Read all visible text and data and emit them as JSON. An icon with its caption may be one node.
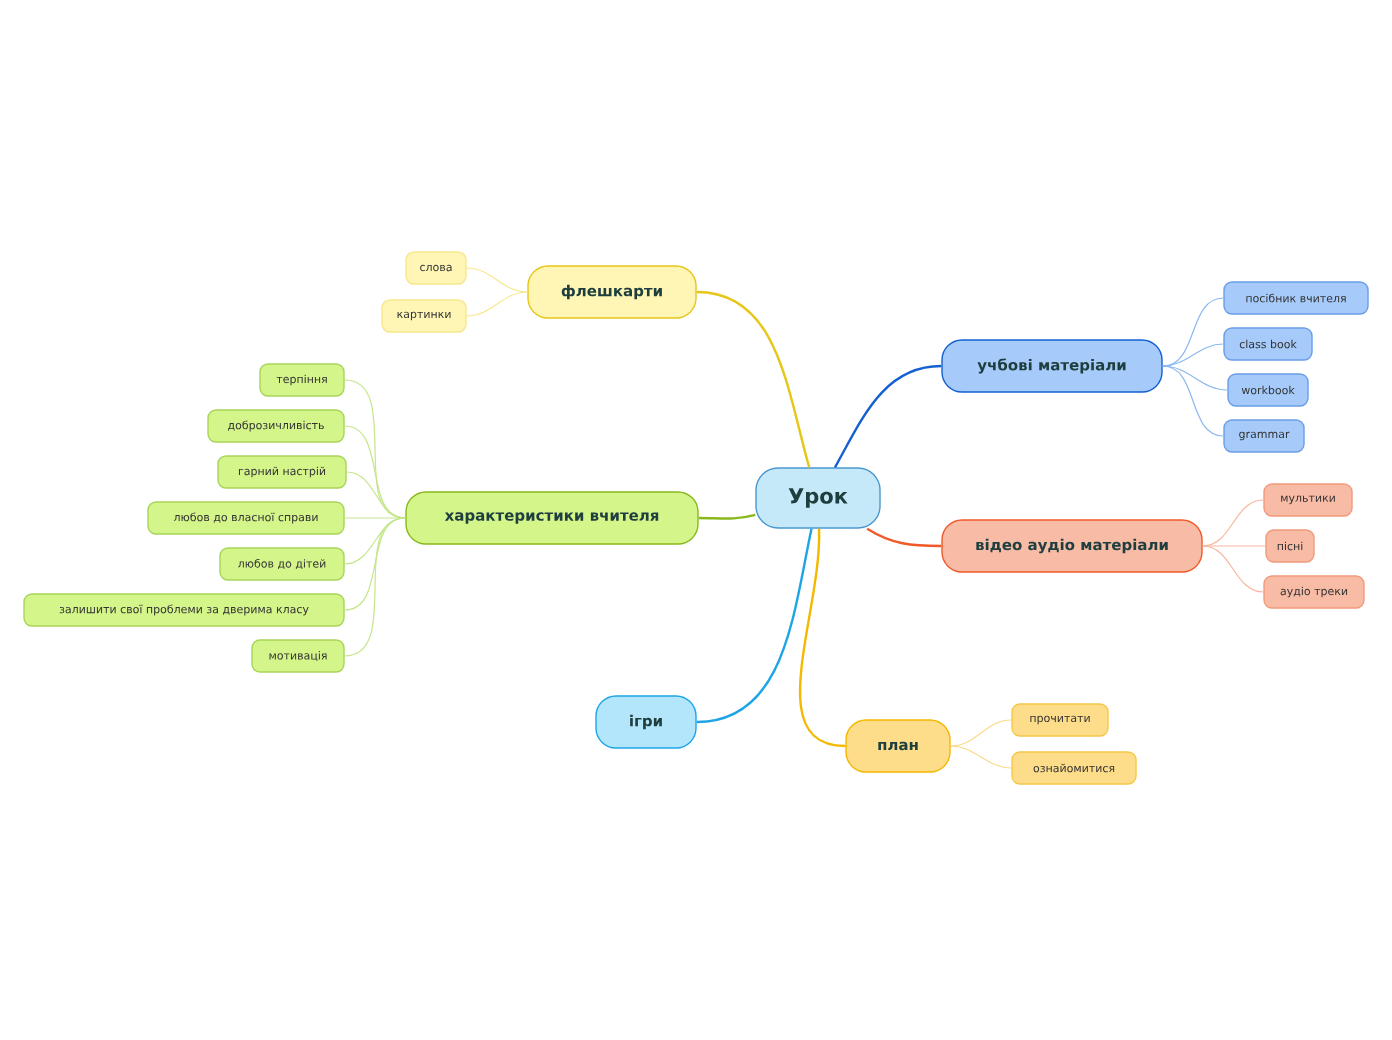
{
  "diagram": {
    "nodes": [
      {
        "text": [
          "Урок"
        ]
      },
      {
        "text": [
          "флешкарти"
        ]
      },
      {
        "text": [
          "слова"
        ]
      },
      {
        "text": [
          "картинки"
        ]
      },
      {
        "text": [
          "характеристики вчителя"
        ]
      },
      {
        "text": [
          "терпіння"
        ]
      },
      {
        "text": [
          "доброзичливість"
        ]
      },
      {
        "text": [
          "гарний настрій"
        ]
      },
      {
        "text": [
          "любов до власної справи"
        ]
      },
      {
        "text": [
          "любов до дітей"
        ]
      },
      {
        "text": [
          "залишити свої проблеми за дверима класу"
        ]
      },
      {
        "text": [
          "мотивація"
        ]
      },
      {
        "text": [
          "ігри"
        ]
      },
      {
        "text": [
          "учбові матеріали"
        ]
      },
      {
        "text": [
          "посібник вчителя"
        ]
      },
      {
        "text": [
          "class book"
        ]
      },
      {
        "text": [
          "workbook"
        ]
      },
      {
        "text": [
          "grammar"
        ]
      },
      {
        "text": [
          "відео аудіо матеріали"
        ]
      },
      {
        "text": [
          "мультики"
        ]
      },
      {
        "text": [
          "пісні"
        ]
      },
      {
        "text": [
          "аудіо треки"
        ]
      },
      {
        "text": [
          "план"
        ]
      },
      {
        "text": [
          "прочитати"
        ]
      },
      {
        "text": [
          "ознайомитися"
        ]
      }
    ],
    "edges": [
      {
        "from": 0,
        "to": 1,
        "arrow": "none",
        "color": "#e6c619"
      },
      {
        "from": 1,
        "to": 2,
        "arrow": "none",
        "color": "#f7e78c"
      },
      {
        "from": 1,
        "to": 3,
        "arrow": "none",
        "color": "#f7e78c"
      },
      {
        "from": 0,
        "to": 4,
        "arrow": "none",
        "color": "#88b81c"
      },
      {
        "from": 4,
        "to": 5,
        "arrow": "none",
        "color": "#c5e58a"
      },
      {
        "from": 4,
        "to": 6,
        "arrow": "none",
        "color": "#c5e58a"
      },
      {
        "from": 4,
        "to": 7,
        "arrow": "none",
        "color": "#c5e58a"
      },
      {
        "from": 4,
        "to": 8,
        "arrow": "none",
        "color": "#c5e58a"
      },
      {
        "from": 4,
        "to": 9,
        "arrow": "none",
        "color": "#c5e58a"
      },
      {
        "from": 4,
        "to": 10,
        "arrow": "none",
        "color": "#c5e58a"
      },
      {
        "from": 4,
        "to": 11,
        "arrow": "none",
        "color": "#c5e58a"
      },
      {
        "from": 0,
        "to": 12,
        "arrow": "none",
        "color": "#1ea5e6"
      },
      {
        "from": 0,
        "to": 13,
        "arrow": "none",
        "color": "#1560d0"
      },
      {
        "from": 13,
        "to": 14,
        "arrow": "none",
        "color": "#8ab8f0"
      },
      {
        "from": 13,
        "to": 15,
        "arrow": "none",
        "color": "#8ab8f0"
      },
      {
        "from": 13,
        "to": 16,
        "arrow": "none",
        "color": "#8ab8f0"
      },
      {
        "from": 13,
        "to": 17,
        "arrow": "none",
        "color": "#8ab8f0"
      },
      {
        "from": 0,
        "to": 18,
        "arrow": "none",
        "color": "#f05a28"
      },
      {
        "from": 18,
        "to": 19,
        "arrow": "none",
        "color": "#f8b8a0"
      },
      {
        "from": 18,
        "to": 20,
        "arrow": "none",
        "color": "#f8b8a0"
      },
      {
        "from": 18,
        "to": 21,
        "arrow": "none",
        "color": "#f8b8a0"
      },
      {
        "from": 0,
        "to": 22,
        "arrow": "none",
        "color": "#f5b800"
      },
      {
        "from": 22,
        "to": 23,
        "arrow": "none",
        "color": "#fcd98a"
      },
      {
        "from": 22,
        "to": 24,
        "arrow": "none",
        "color": "#fcd98a"
      }
    ]
  }
}
